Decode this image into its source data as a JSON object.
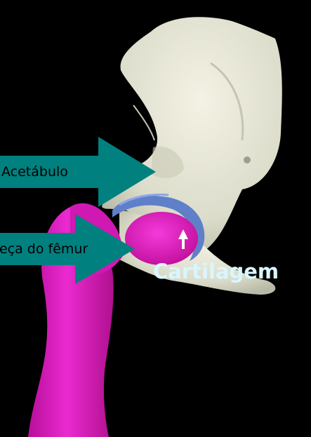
{
  "labels": {
    "acetabulum": "Acetábulo",
    "femoral_head": "Cabeça do fêmur",
    "cartilage": "Cartilagem"
  },
  "colors": {
    "background": "#000000",
    "bone": "#e6e6d5",
    "femur": "#e21fc4",
    "cartilage": "#5f80c8",
    "arrow": "#00807f",
    "cartilage_text": "#d9f6ff"
  }
}
